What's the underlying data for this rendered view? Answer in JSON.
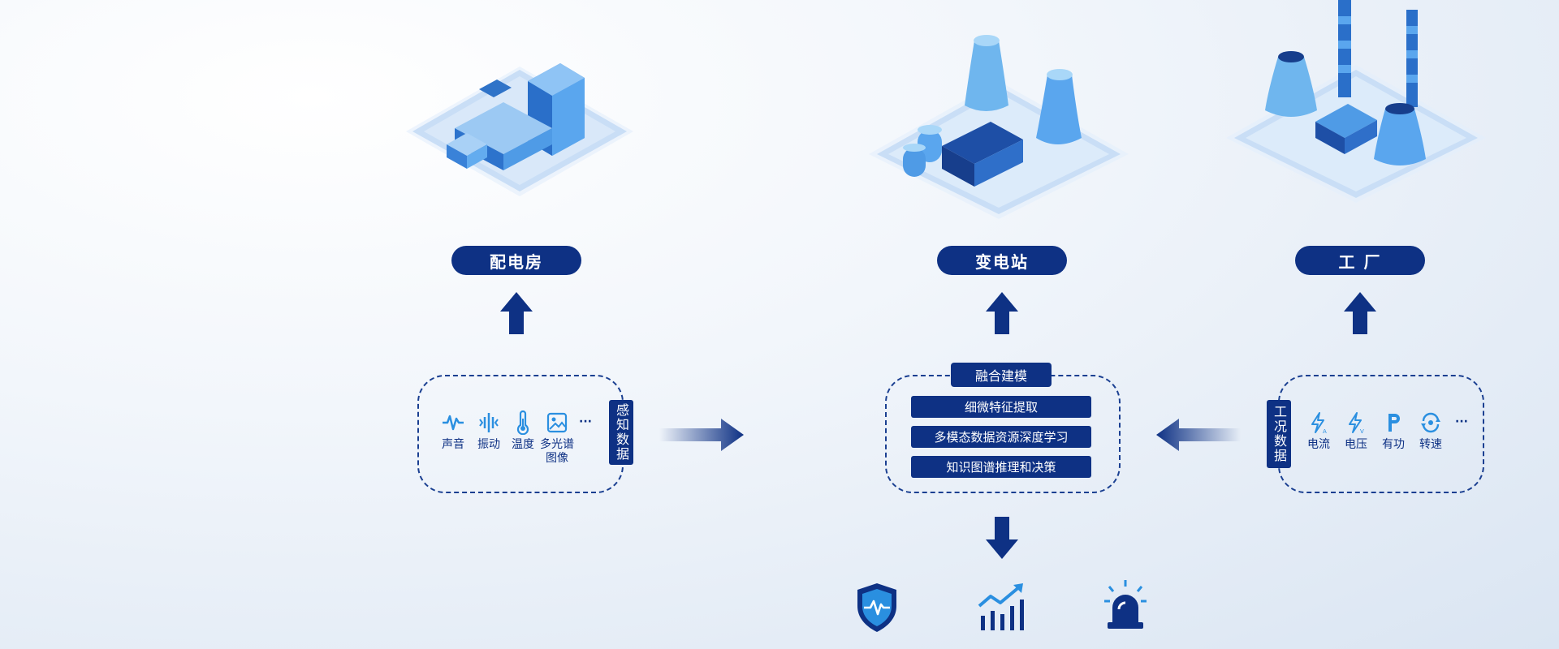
{
  "sites": [
    {
      "label": "配电房"
    },
    {
      "label": "变电站"
    },
    {
      "label": "工 厂"
    }
  ],
  "perception": {
    "title": "感知数据",
    "sensors": [
      {
        "label": "声音",
        "icon": "waveform-icon"
      },
      {
        "label": "振动",
        "icon": "vibration-icon"
      },
      {
        "label": "温度",
        "icon": "thermometer-icon"
      },
      {
        "label": "多光谱\n图像",
        "icon": "image-icon"
      }
    ],
    "more": "···"
  },
  "fusion": {
    "title": "融合建模",
    "steps": [
      "细微特征提取",
      "多模态数据资源深度学习",
      "知识图谱推理和决策"
    ]
  },
  "operating": {
    "title": "工况数据",
    "items": [
      {
        "label": "电流",
        "icon": "current-icon"
      },
      {
        "label": "电压",
        "icon": "voltage-icon"
      },
      {
        "label": "有功",
        "icon": "active-power-icon"
      },
      {
        "label": "转速",
        "icon": "rotation-speed-icon"
      }
    ],
    "more": "···"
  },
  "outputs": [
    {
      "icon": "shield-pulse-icon"
    },
    {
      "icon": "trend-chart-icon"
    },
    {
      "icon": "alarm-light-icon"
    }
  ],
  "colors": {
    "primary": "#0e3184",
    "accent": "#2a8fe0",
    "light": "#bcd6f3"
  }
}
